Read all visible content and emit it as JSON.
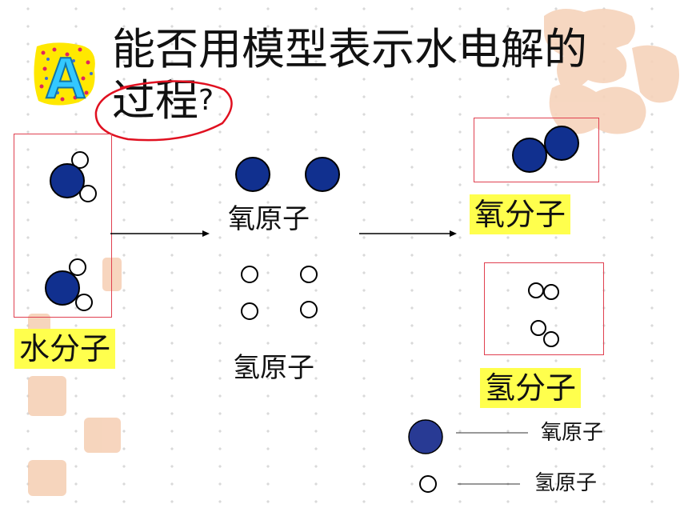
{
  "slide": {
    "badge": "A",
    "title_line1": "能否用模型表示水电解的",
    "title_line2": "过程",
    "title_mark": "?"
  },
  "labels": {
    "water": "水分子",
    "oxygen_atoms": "氧原子",
    "hydrogen_atoms": "氢原子",
    "oxygen_molecule": "氧分子",
    "hydrogen_molecule": "氢分子"
  },
  "legend": [
    {
      "icon": "oxygen-atom-icon",
      "label": "氧原子"
    },
    {
      "icon": "hydrogen-atom-icon",
      "label": "氢原子"
    }
  ],
  "colors": {
    "oxygen": "#11308f",
    "hydrogen": "#ffffff",
    "box_border": "#e04050",
    "highlight": "#ffff4d",
    "circle_annotation": "#e01020",
    "watermark": "#f3c9ac"
  }
}
